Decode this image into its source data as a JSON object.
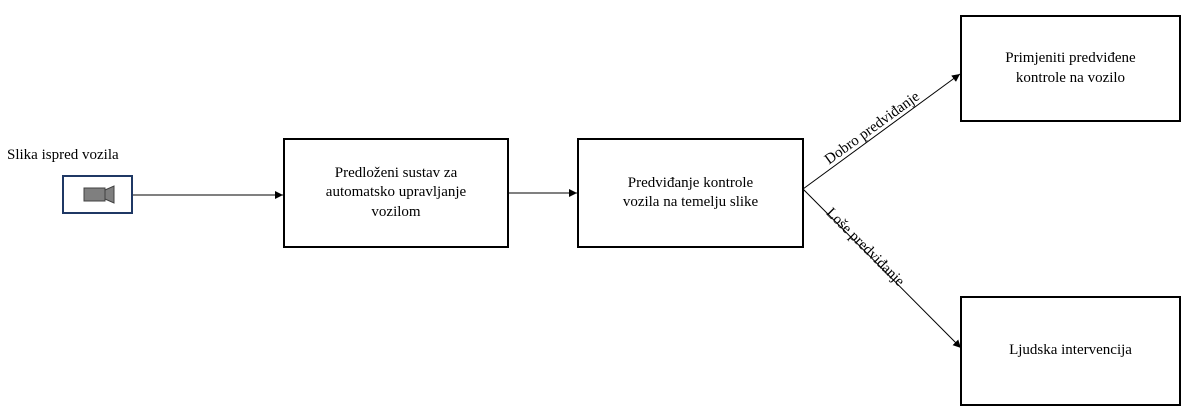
{
  "input": {
    "label": "Slika ispred vozila",
    "icon": "video-camera-icon"
  },
  "nodes": {
    "system": "Predloženi sustav za automatsko upravljanje vozilom",
    "prediction": "Predviđanje kontrole vozila na temelju slike",
    "apply": "Primjeniti predviđene kontrole na vozilo",
    "human": "Ljudska intervencija"
  },
  "edges": {
    "good": "Dobro predviđanje",
    "bad": "Loše predviđanje"
  },
  "colors": {
    "icon_border": "#1f3864",
    "icon_fill": "#7f7f7f"
  }
}
